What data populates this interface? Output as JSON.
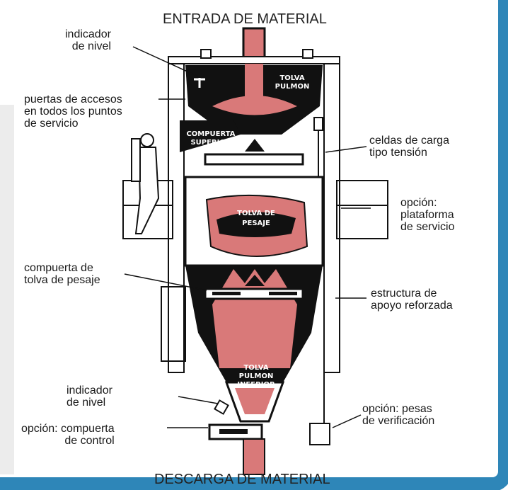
{
  "header": "ENTRADA DE MATERIAL",
  "footer": "DESCARGA DE MATERIAL",
  "callouts": {
    "level_top": [
      "indicador",
      "de nivel"
    ],
    "access_doors": [
      "puertas de accesos",
      "en todos los puntos",
      "de servicio"
    ],
    "weigh_gate": [
      "compuerta de",
      "tolva de pesaje"
    ],
    "level_bottom": [
      "indicador",
      "de nivel"
    ],
    "control_gate": [
      "opción: compuerta",
      "de control"
    ],
    "load_cells": [
      "celdas de carga",
      "tipo tensión"
    ],
    "platform": [
      "opción:",
      "plataforma",
      "de servicio"
    ],
    "structure": [
      "estructura de",
      "apoyo reforzada"
    ],
    "check_weights": [
      "opción: pesas",
      "de verificación"
    ]
  },
  "inner_labels": {
    "surge_hopper": [
      "TOLVA",
      "PULMON"
    ],
    "upper_gate": [
      "COMPUERTA",
      "SUPERIOR"
    ],
    "weigh_hopper": [
      "TOLVA DE",
      "PESAJE"
    ],
    "lower_surge": [
      "TOLVA",
      "PULMON",
      "INFERIOR"
    ]
  },
  "colors": {
    "frame": "#2e86b8",
    "panel": "#ececec",
    "material": "#d97979",
    "body": "#111111"
  }
}
